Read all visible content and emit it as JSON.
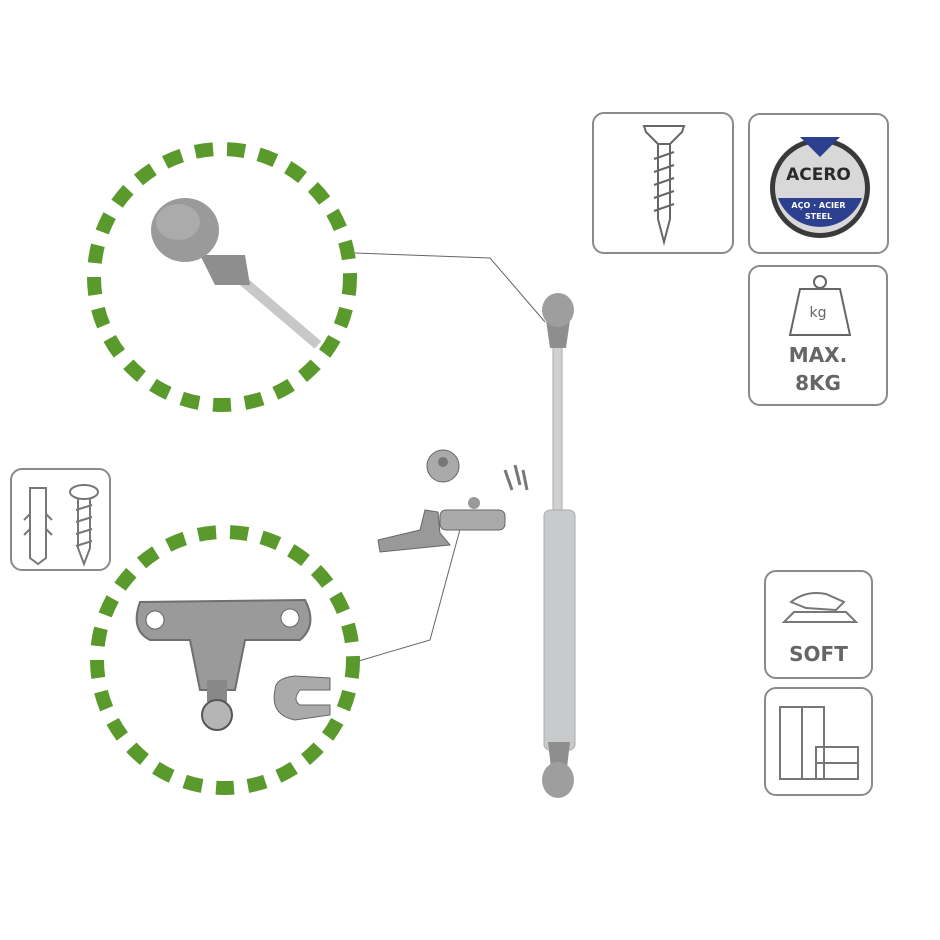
{
  "badges": {
    "screw": {
      "icon": "screw-icon"
    },
    "material": {
      "main": "ACERO",
      "sub1": "AÇO · ACIER",
      "sub2": "STEEL",
      "colors": {
        "blue": "#2d3f8f",
        "ring": "#3a3a3a"
      }
    },
    "weight": {
      "unit": "kg",
      "line1": "MAX.",
      "line2": "8KG"
    },
    "plug": {
      "icon": "wall-plug-and-screw-icon"
    },
    "soft": {
      "label": "SOFT"
    },
    "furniture": {
      "icon": "furniture-icon"
    }
  },
  "colors": {
    "accent_green": "#5a9a2c",
    "border": "#8a8a8a",
    "strut": "#c8cacb"
  }
}
